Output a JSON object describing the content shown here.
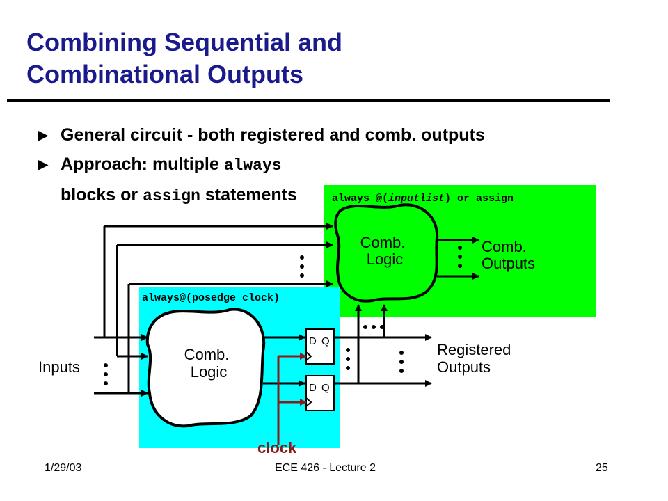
{
  "slide": {
    "title_line1": "Combining Sequential and",
    "title_line2": "Combinational Outputs",
    "bullets": {
      "b1": "General circuit - both registered and comb. outputs",
      "b2_prefix": "Approach: multiple ",
      "b2_code1": "always",
      "b2_mid": " blocks or ",
      "b2_code2": "assign",
      "b2_suffix": " statements"
    }
  },
  "diagram": {
    "green_block_label_prefix": "always @(",
    "green_block_label_italic": "inputlist",
    "green_block_label_suffix": ") or assign",
    "cyan_block_label": "always@(posedge clock)",
    "comb_logic_line1": "Comb.",
    "comb_logic_line2": "Logic",
    "comb_outputs_line1": "Comb.",
    "comb_outputs_line2": "Outputs",
    "registered_outputs_line1": "Registered",
    "registered_outputs_line2": "Outputs",
    "inputs_label": "Inputs",
    "clock_label": "clock",
    "ff_d": "D",
    "ff_q": "Q",
    "colors": {
      "green_block": "#00ff00",
      "cyan_block": "#00ffff",
      "clock_wire": "#8b1a1a",
      "title": "#1a1a8c"
    }
  },
  "footer": {
    "date": "1/29/03",
    "course": "ECE 426 - Lecture 2",
    "page": "25"
  }
}
